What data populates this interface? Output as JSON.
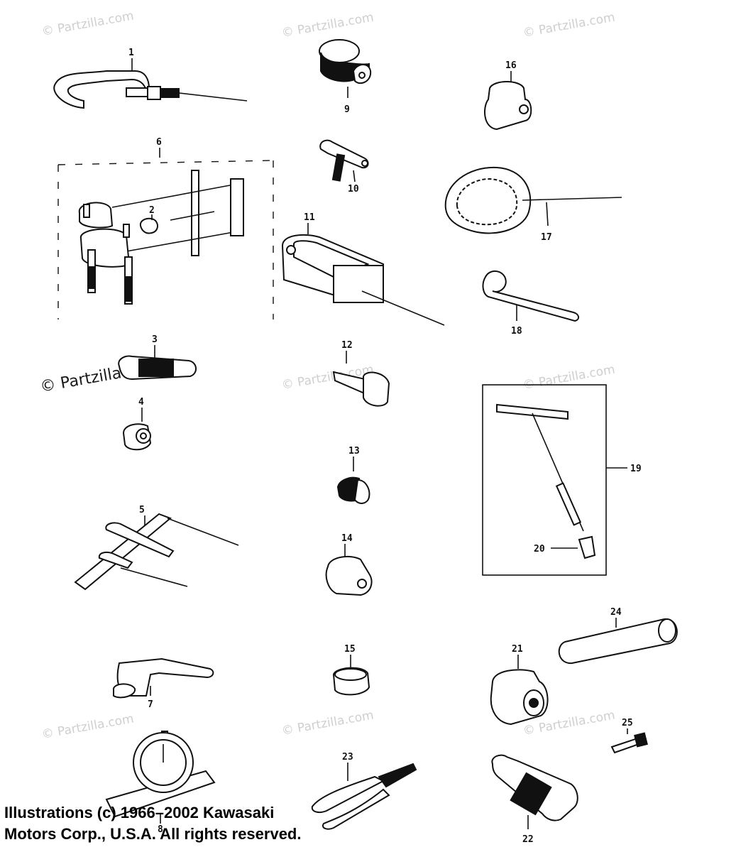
{
  "watermark": "© Partzilla.com",
  "parts": [
    {
      "number": "1",
      "icon": "hook-spanner-icon"
    },
    {
      "number": "2",
      "icon": "adapter-icon"
    },
    {
      "number": "3",
      "icon": "knurled-handle-icon"
    },
    {
      "number": "4",
      "icon": "bushing-icon"
    },
    {
      "number": "5",
      "icon": "pin-bar-icon"
    },
    {
      "number": "6",
      "icon": "bearing-puller-icon"
    },
    {
      "number": "7",
      "icon": "crank-wrench-icon"
    },
    {
      "number": "8",
      "icon": "dial-gauge-icon"
    },
    {
      "number": "9",
      "icon": "knurled-nut-icon"
    },
    {
      "number": "10",
      "icon": "nozzle-icon"
    },
    {
      "number": "11",
      "icon": "press-tool-icon"
    },
    {
      "number": "12",
      "icon": "bolt-icon"
    },
    {
      "number": "13",
      "icon": "knurled-sleeve-icon"
    },
    {
      "number": "14",
      "icon": "driver-icon"
    },
    {
      "number": "15",
      "icon": "collar-icon"
    },
    {
      "number": "16",
      "icon": "stepped-driver-icon"
    },
    {
      "number": "17",
      "icon": "clutch-holder-icon"
    },
    {
      "number": "18",
      "icon": "pin-spanner-icon"
    },
    {
      "number": "19",
      "icon": "t-handle-icon"
    },
    {
      "number": "20",
      "icon": "tip-icon"
    },
    {
      "number": "21",
      "icon": "drum-icon"
    },
    {
      "number": "22",
      "icon": "extension-icon"
    },
    {
      "number": "23",
      "icon": "pliers-icon"
    },
    {
      "number": "24",
      "icon": "tube-icon"
    },
    {
      "number": "25",
      "icon": "screw-icon"
    }
  ],
  "copyright": {
    "line1": "Illustrations (c) 1966–2002 Kawasaki",
    "line2": "Motors Corp., U.S.A.  All rights reserved."
  }
}
